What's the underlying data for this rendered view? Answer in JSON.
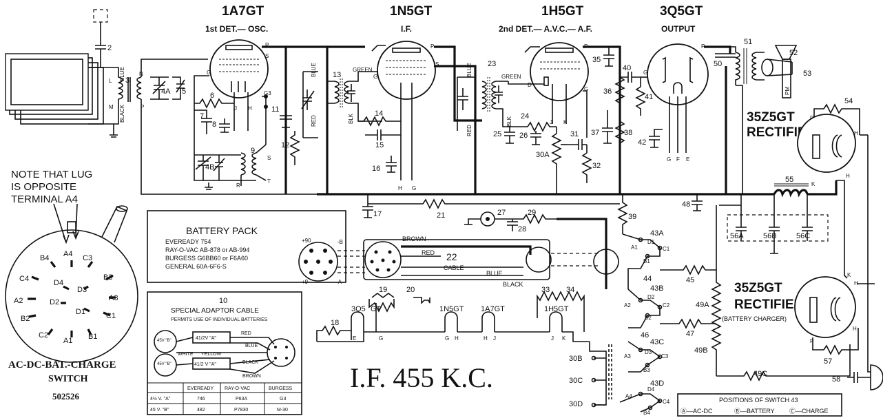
{
  "tubes": {
    "t1": {
      "name": "1A7GT",
      "function": "1st DET.— OSC."
    },
    "t2": {
      "name": "1N5GT",
      "function": "I.F."
    },
    "t3": {
      "name": "1H5GT",
      "function": "2nd DET.— A.V.C.— A.F."
    },
    "t4": {
      "name": "3Q5GT",
      "function": "OUTPUT"
    },
    "r1": {
      "name": "35Z5GT",
      "function": "RECTIFIER"
    },
    "r2": {
      "name": "35Z5GT",
      "function": "RECTIFIER",
      "sub": "(BATTERY CHARGER)"
    }
  },
  "wire_labels": {
    "blue1": "BLUE",
    "black1": "BLACK",
    "blue2": "BLUE",
    "red1": "RED",
    "green1": "GREEN",
    "blk1": "BLK",
    "blue3": "BLUE",
    "red2": "RED",
    "green2": "GREEN",
    "blk2": "BLK",
    "pm": "PM"
  },
  "pin_labels": {
    "n": "N",
    "l": "L",
    "m": "M",
    "p": "P",
    "g1": "G",
    "s1": "S",
    "p1": "P",
    "g3": "G3",
    "j1": "J",
    "h1": "H",
    "r": "R",
    "s2": "S",
    "t": "T",
    "p2": "P",
    "g2": "G",
    "s3": "S",
    "h2": "H",
    "g4": "G",
    "p3": "P",
    "d": "D",
    "g5": "G",
    "j2": "J",
    "k": "K",
    "p4": "P",
    "g6": "G",
    "gfe_g": "G",
    "gfe_f": "F",
    "gfe_e": "E",
    "rp": "P",
    "rh": "H",
    "rk": "K",
    "rh2": "H",
    "r2k": "K",
    "r2h": "H",
    "r2h2": "H",
    "r2p": "P"
  },
  "components": {
    "c2": "2",
    "c3": "3",
    "c4a": "4A",
    "c5": "5",
    "c6": "6",
    "c7": "7",
    "c8": "8",
    "c9": "9",
    "c11": "11",
    "c12": "12",
    "c4b": "4B",
    "c13": "13",
    "c14": "14",
    "c15": "15",
    "c16": "16",
    "c17": "17",
    "c18": "18",
    "c19": "19",
    "c20": "20",
    "c21": "21",
    "c22": "22",
    "c23": "23",
    "c24": "24",
    "c25": "25",
    "c26": "26",
    "c27": "27",
    "c28": "28",
    "c29": "29",
    "c30a": "30A",
    "c30b": "30B",
    "c30c": "30C",
    "c30d": "30D",
    "c31": "31",
    "c32": "32",
    "c33": "33",
    "c34": "34",
    "c35": "35",
    "c36": "36",
    "c37": "37",
    "c38": "38",
    "c39": "39",
    "c40": "40",
    "c41": "41",
    "c42": "42",
    "c43a": "43A",
    "c43b": "43B",
    "c43c": "43C",
    "c43d": "43D",
    "c44": "44",
    "c45": "45",
    "c46": "46",
    "c47": "47",
    "c48": "48",
    "c49a": "49A",
    "c49b": "49B",
    "c49c": "49C",
    "c50": "50",
    "c51": "51",
    "c52": "52",
    "c53": "53",
    "c54": "54",
    "c55": "55",
    "c56a": "56A",
    "c56b": "56B",
    "c56c": "56C",
    "c57": "57",
    "c58": "58"
  },
  "switch_contacts": {
    "a1": "A1",
    "d1": "D1",
    "c1": "C1",
    "b1": "B1",
    "a2": "A2",
    "d2": "D2",
    "c2": "C2",
    "b2": "B2",
    "a3": "A3",
    "d3": "D3",
    "c3": "C3",
    "b3": "B3",
    "a4": "A4",
    "d4": "D4",
    "c4": "C4",
    "b4": "B4"
  },
  "note": {
    "line1": "NOTE THAT LUG",
    "line2": "IS OPPOSITE",
    "line3": "TERMINAL A4"
  },
  "switch_face": {
    "b4": "B4",
    "a4": "A4",
    "c3": "C3",
    "c4": "C4",
    "d4": "D4",
    "b3": "B3",
    "d3": "D3",
    "a2": "A2",
    "d2": "D2",
    "a3": "A3",
    "b2": "B2",
    "d1": "D1",
    "c1": "C1",
    "c2": "C2",
    "a1": "A1",
    "b1": "B1"
  },
  "switch_caption": {
    "line1": "AC-DC-BAT.-CHARGE",
    "line2": "SWITCH",
    "line3": "502526"
  },
  "battery_pack": {
    "title": "BATTERY PACK",
    "lines": [
      "EVEREADY 754",
      "RAY-O-VAC AB-878 or AB-994",
      "BURGESS G6BB60 or F6A60",
      "GENERAL 60A-6F6-S"
    ]
  },
  "connector": {
    "p90": "+90",
    "b_minus": "-B",
    "p9": "+9",
    "a_minus": "-A"
  },
  "cable": {
    "brown": "BROWN",
    "red": "RED",
    "num": "22",
    "label": "CABLE",
    "blue": "BLUE",
    "black": "BLACK"
  },
  "adaptor": {
    "num": "10",
    "title": "SPECIAL ADAPTOR CABLE",
    "subtitle": "PERMITS USE OF INDIVIDUAL BATTERIES",
    "b45a": "45V \"B\"",
    "b45b": "45V \"B\"",
    "a1": "41/2V \"A\"",
    "a2": "41/2 V \"A\"",
    "red": "RED",
    "blue": "BLUE",
    "white": "WHITE",
    "yellow": "YELLOW",
    "black": "BLACK",
    "brown": "BROWN",
    "table": {
      "headers": [
        "",
        "EVEREADY",
        "RAY-O-VAC",
        "BURGESS"
      ],
      "rows": [
        [
          "4½ V. \"A\"",
          "746",
          "P63A",
          "G3"
        ],
        [
          "45 V. \"B\"",
          "482",
          "P7830",
          "M-30"
        ]
      ]
    }
  },
  "filament": {
    "t1": "3Q5",
    "t2": "GT",
    "t3": "1N5GT",
    "t4": "1A7GT",
    "t5": "1H5GT",
    "e": "E",
    "g1": "G",
    "g2": "G",
    "h1": "H",
    "h2": "H",
    "j1": "J",
    "j2": "J",
    "k": "K"
  },
  "if_freq": "I.F. 455 K.C.",
  "switch_positions": {
    "title": "POSITIONS OF SWITCH 43",
    "items": [
      "Ⓐ—AC-DC",
      "Ⓑ—BATTERY",
      "Ⓒ—CHARGE"
    ]
  }
}
